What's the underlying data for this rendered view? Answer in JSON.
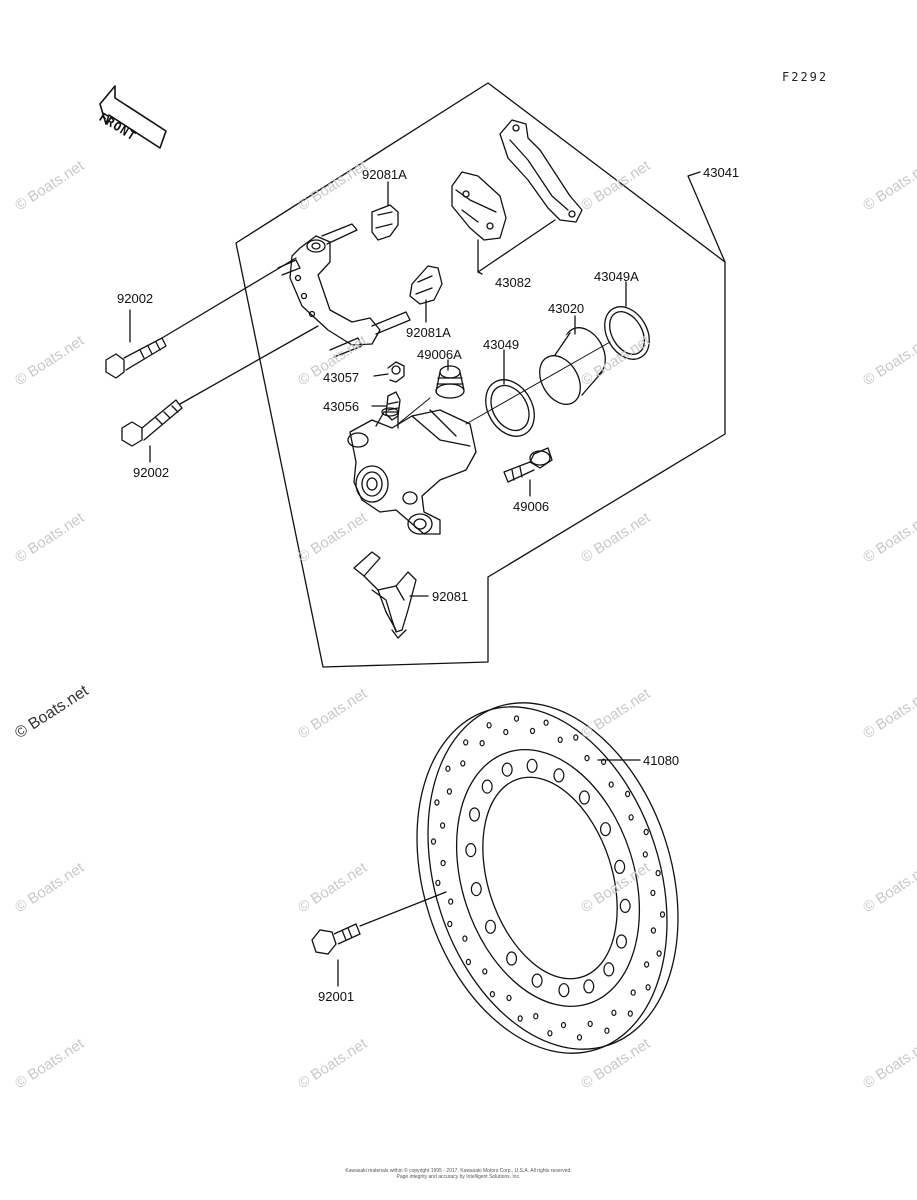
{
  "figure_code": "F2292",
  "direction_label": "FRONT",
  "parts": [
    {
      "part_no": "43041"
    },
    {
      "part_no": "92081A"
    },
    {
      "part_no": "43082"
    },
    {
      "part_no": "92002"
    },
    {
      "part_no": "92081A"
    },
    {
      "part_no": "43049A"
    },
    {
      "part_no": "43020"
    },
    {
      "part_no": "43049"
    },
    {
      "part_no": "49006A"
    },
    {
      "part_no": "43057"
    },
    {
      "part_no": "43056"
    },
    {
      "part_no": "92002"
    },
    {
      "part_no": "49006"
    },
    {
      "part_no": "92081"
    },
    {
      "part_no": "41080"
    },
    {
      "part_no": "92001"
    }
  ],
  "watermark": "© Boats.net",
  "footer": {
    "line1": "Kawasaki materials within © copyright 1995 - 2017, Kawasaki Motors Corp., U.S.A. All rights reserved.",
    "line2": "Page integrity and accuracy by Intelligent Solutions, Inc."
  },
  "colors": {
    "line": "#111111",
    "watermark": "#c9c9c9",
    "background": "#ffffff"
  }
}
